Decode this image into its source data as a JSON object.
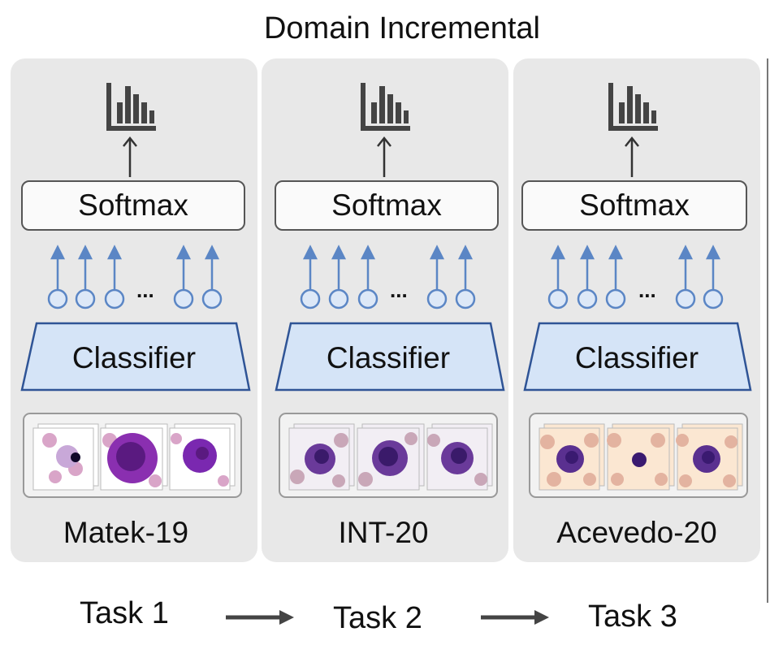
{
  "title": "Domain Incremental",
  "panels": [
    {
      "softmax_label": "Softmax",
      "classifier_label": "Classifier",
      "dataset_label": "Matek-19",
      "node_ellipsis": "...",
      "colors": {
        "bg": "#ffffff",
        "cell": "#8a2fb0",
        "rbc": "#d9a5c8",
        "nucleus": "#2a0a5a"
      }
    },
    {
      "softmax_label": "Softmax",
      "classifier_label": "Classifier",
      "dataset_label": "INT-20",
      "node_ellipsis": "...",
      "colors": {
        "bg": "#f2eef4",
        "cell": "#6a3a9a",
        "rbc": "#c9a7b8",
        "nucleus": "#3a1a6a"
      }
    },
    {
      "softmax_label": "Softmax",
      "classifier_label": "Classifier",
      "dataset_label": "Acevedo-20",
      "node_ellipsis": "...",
      "colors": {
        "bg": "#fbe7d2",
        "cell": "#5a3090",
        "rbc": "#e3b3a0",
        "nucleus": "#3a1a70"
      }
    }
  ],
  "tasks": [
    "Task 1",
    "Task 2",
    "Task 3"
  ],
  "colors": {
    "panel_bg": "#e8e8e8",
    "classifier_fill": "#d5e4f7",
    "classifier_stroke": "#2f5496",
    "node_stroke": "#5b86c5",
    "node_fill": "#dde8f7",
    "arrow": "#333333"
  }
}
